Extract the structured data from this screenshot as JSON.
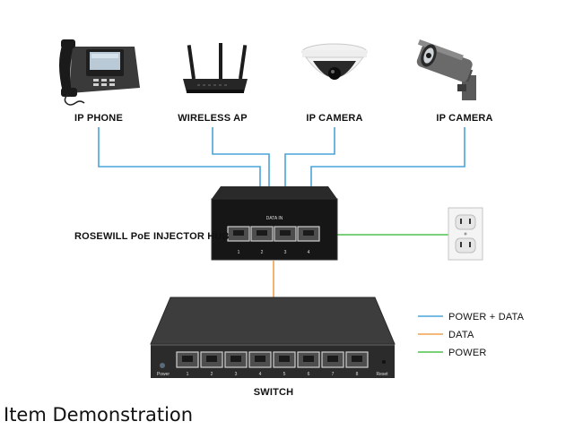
{
  "devices": [
    {
      "label": "IP PHONE",
      "icon": "ip-phone-icon"
    },
    {
      "label": "WIRELESS AP",
      "icon": "wireless-router-icon"
    },
    {
      "label": "IP CAMERA",
      "icon": "dome-camera-icon"
    },
    {
      "label": "IP CAMERA",
      "icon": "bullet-camera-icon"
    }
  ],
  "injector": {
    "label": "ROSEWILL PoE INJECTOR HUB",
    "panel_text": "DATA IN",
    "port_numbers": [
      "1",
      "2",
      "3",
      "4"
    ]
  },
  "switch": {
    "label": "SWITCH",
    "left_text": "Power",
    "right_text": "Reset",
    "port_numbers": [
      "1",
      "2",
      "3",
      "4",
      "5",
      "6",
      "7",
      "8"
    ]
  },
  "outlet": {
    "icon": "wall-outlet-icon"
  },
  "legend": [
    {
      "label": "POWER + DATA",
      "color": "#4aa3d8"
    },
    {
      "label": "DATA",
      "color": "#f0a04b"
    },
    {
      "label": "POWER",
      "color": "#4fc24f"
    }
  ],
  "caption": "Item Demonstration"
}
